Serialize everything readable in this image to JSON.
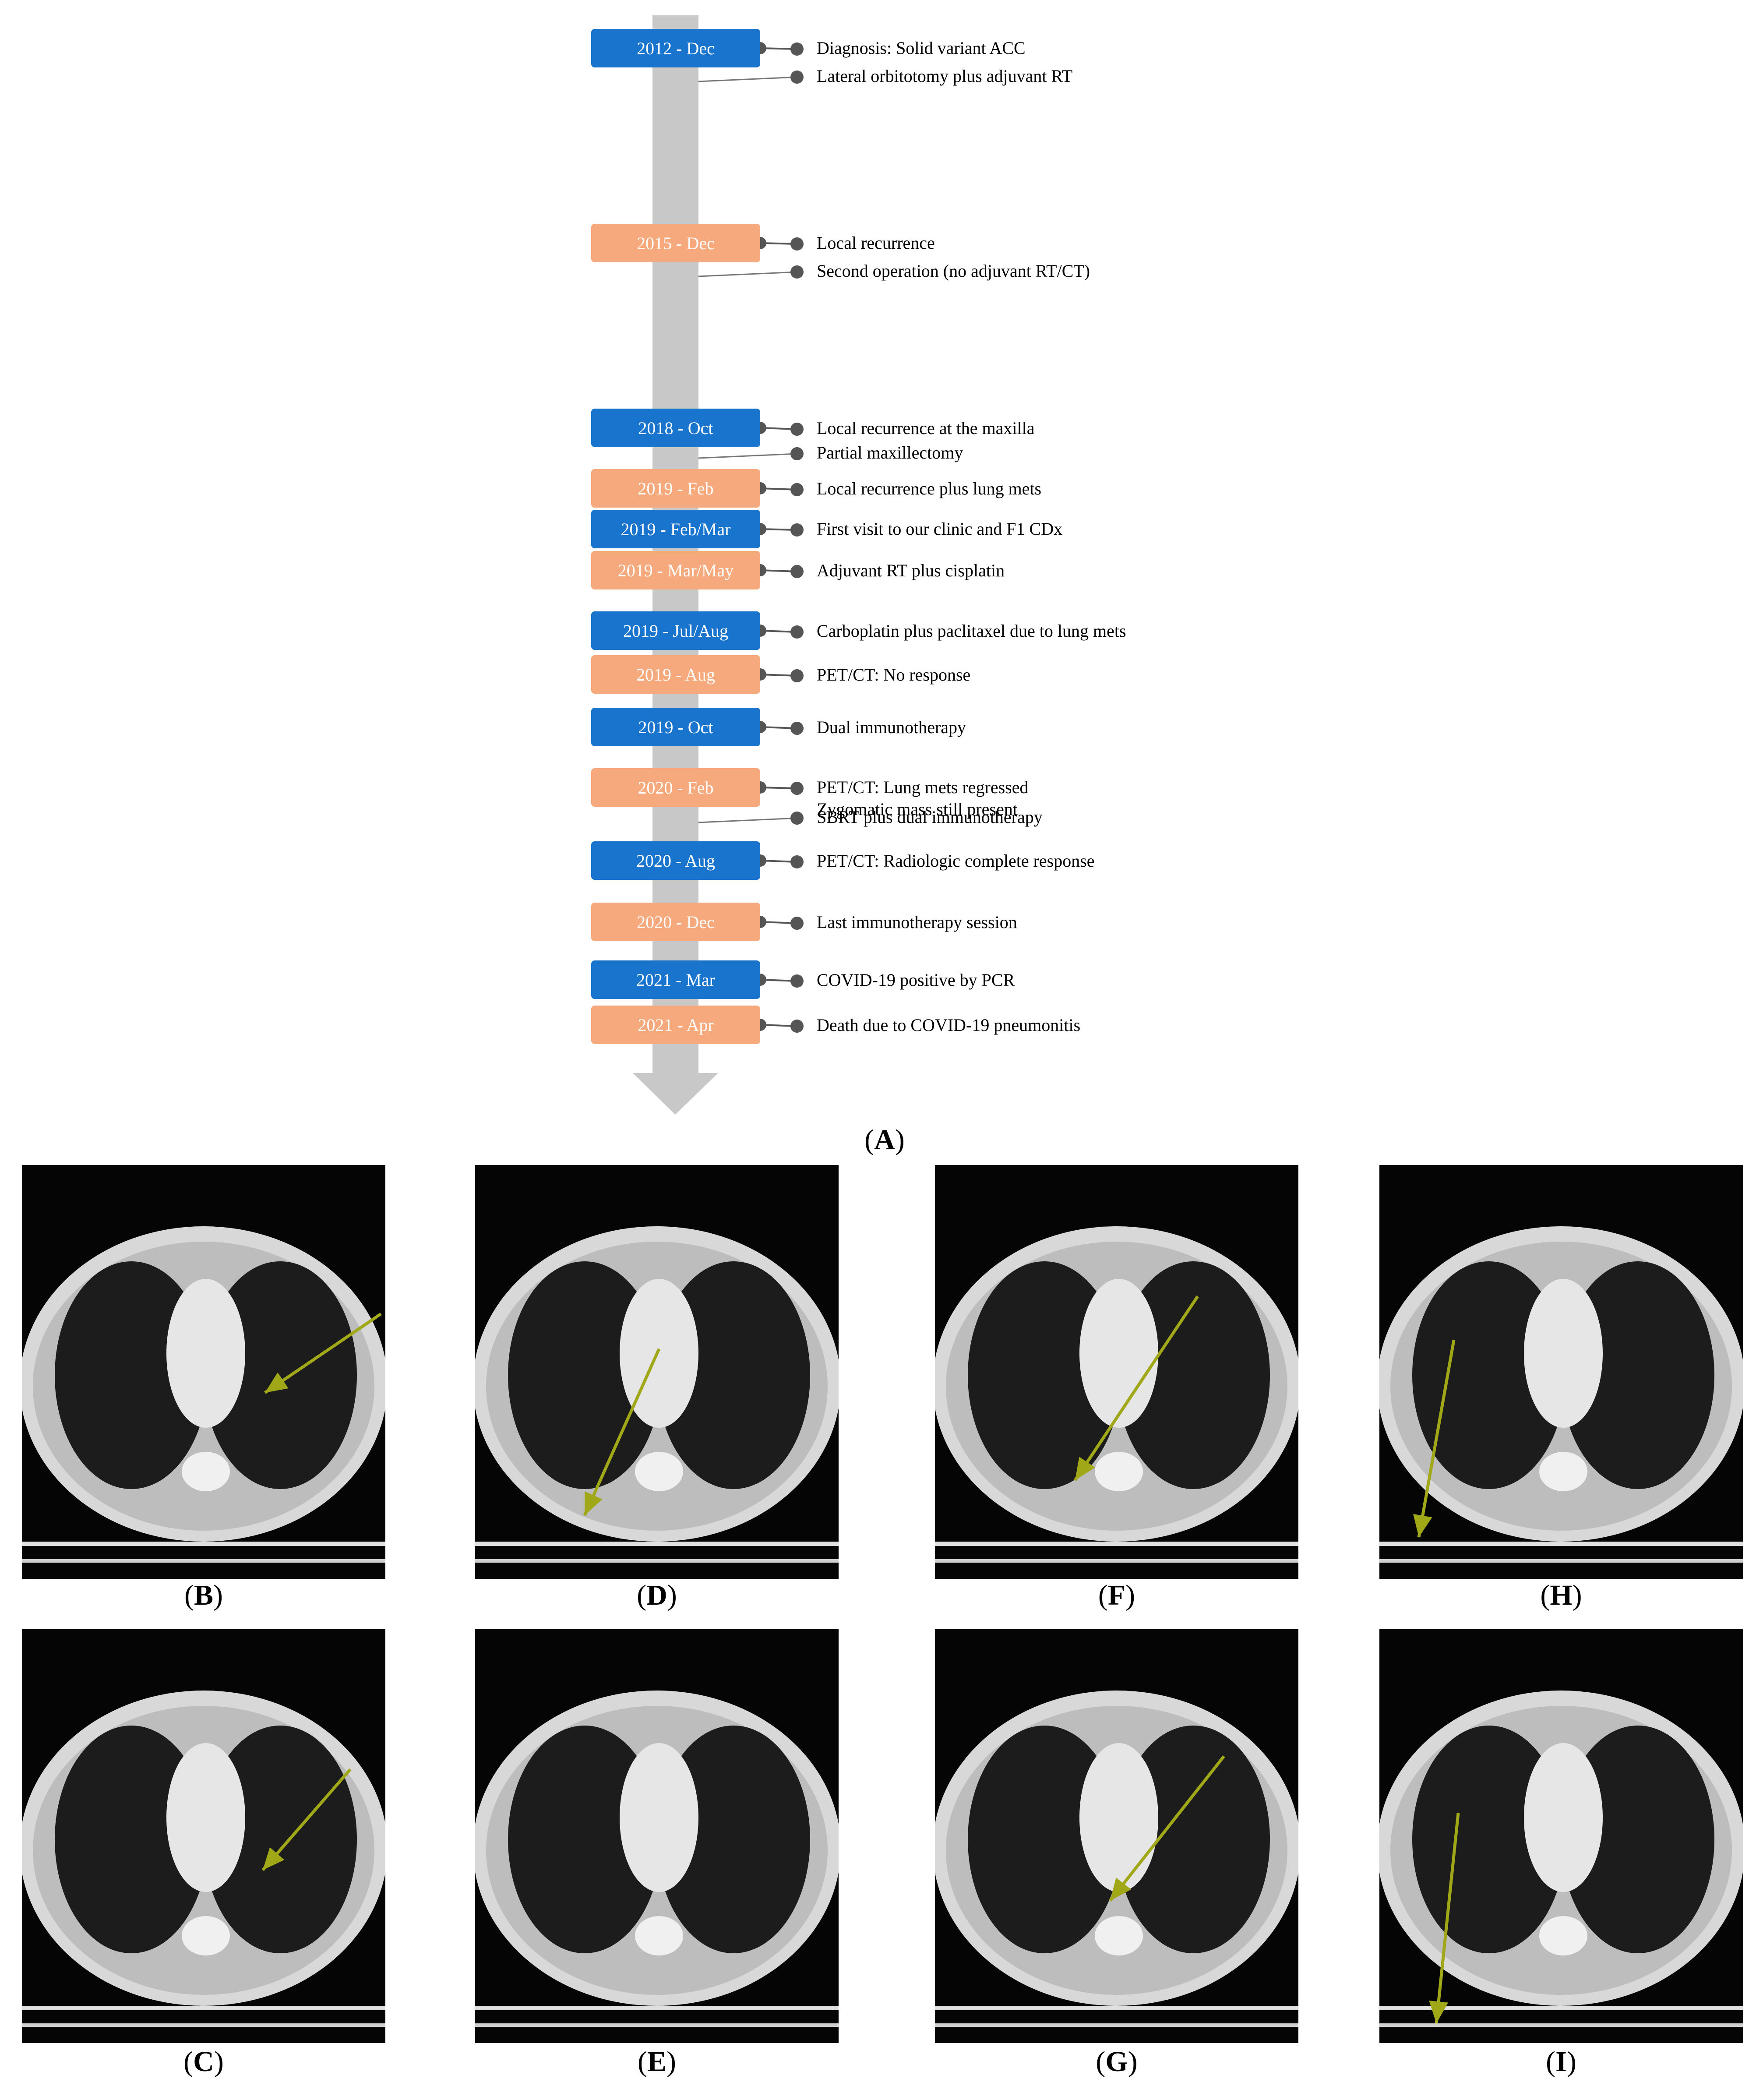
{
  "colors": {
    "blue": "#1874cd",
    "orange": "#f5a97c",
    "arrow_gray": "#c8c8c8",
    "marker_arrow": "#a0a818"
  },
  "timeline": {
    "caption_letter": "A",
    "entries": [
      {
        "date": "2012 - Dec",
        "color": "blue",
        "events": [
          "Diagnosis: Solid variant ACC",
          "Lateral orbitotomy plus adjuvant RT"
        ]
      },
      {
        "date": "2015 - Dec",
        "color": "orange",
        "events": [
          "Local recurrence",
          "Second operation (no adjuvant RT/CT)"
        ]
      },
      {
        "date": "2018 - Oct",
        "color": "blue",
        "events": [
          "Local recurrence at the maxilla",
          "Partial maxillectomy"
        ]
      },
      {
        "date": "2019 - Feb",
        "color": "orange",
        "events": [
          "Local recurrence plus lung mets"
        ]
      },
      {
        "date": "2019 - Feb/Mar",
        "color": "blue",
        "events": [
          "First visit to our clinic and F1 CDx"
        ]
      },
      {
        "date": "2019 - Mar/May",
        "color": "orange",
        "events": [
          "Adjuvant RT plus cisplatin"
        ]
      },
      {
        "date": "2019 - Jul/Aug",
        "color": "blue",
        "events": [
          "Carboplatin plus paclitaxel due to lung mets"
        ]
      },
      {
        "date": "2019 - Aug",
        "color": "orange",
        "events": [
          "PET/CT: No response"
        ]
      },
      {
        "date": "2019 - Oct",
        "color": "blue",
        "events": [
          "Dual immunotherapy"
        ]
      },
      {
        "date": "2020 - Feb",
        "color": "orange",
        "events": [
          "PET/CT: Lung mets regressed\nZygomatic mass still present",
          "SBRT plus dual immunotherapy"
        ]
      },
      {
        "date": "2020 - Aug",
        "color": "blue",
        "events": [
          "PET/CT: Radiologic complete response"
        ]
      },
      {
        "date": "2020 - Dec",
        "color": "orange",
        "events": [
          "Last immunotherapy session"
        ]
      },
      {
        "date": "2021 - Mar",
        "color": "blue",
        "events": [
          "COVID-19 positive by PCR"
        ]
      },
      {
        "date": "2021 - Apr",
        "color": "orange",
        "events": [
          "Death due to COVID-19 pneumonitis"
        ]
      }
    ]
  },
  "panels": [
    {
      "letter": "B",
      "arrow": true
    },
    {
      "letter": "D",
      "arrow": true
    },
    {
      "letter": "F",
      "arrow": true
    },
    {
      "letter": "H",
      "arrow": true
    },
    {
      "letter": "C",
      "arrow": true
    },
    {
      "letter": "E",
      "arrow": false
    },
    {
      "letter": "G",
      "arrow": true
    },
    {
      "letter": "I",
      "arrow": true
    }
  ]
}
